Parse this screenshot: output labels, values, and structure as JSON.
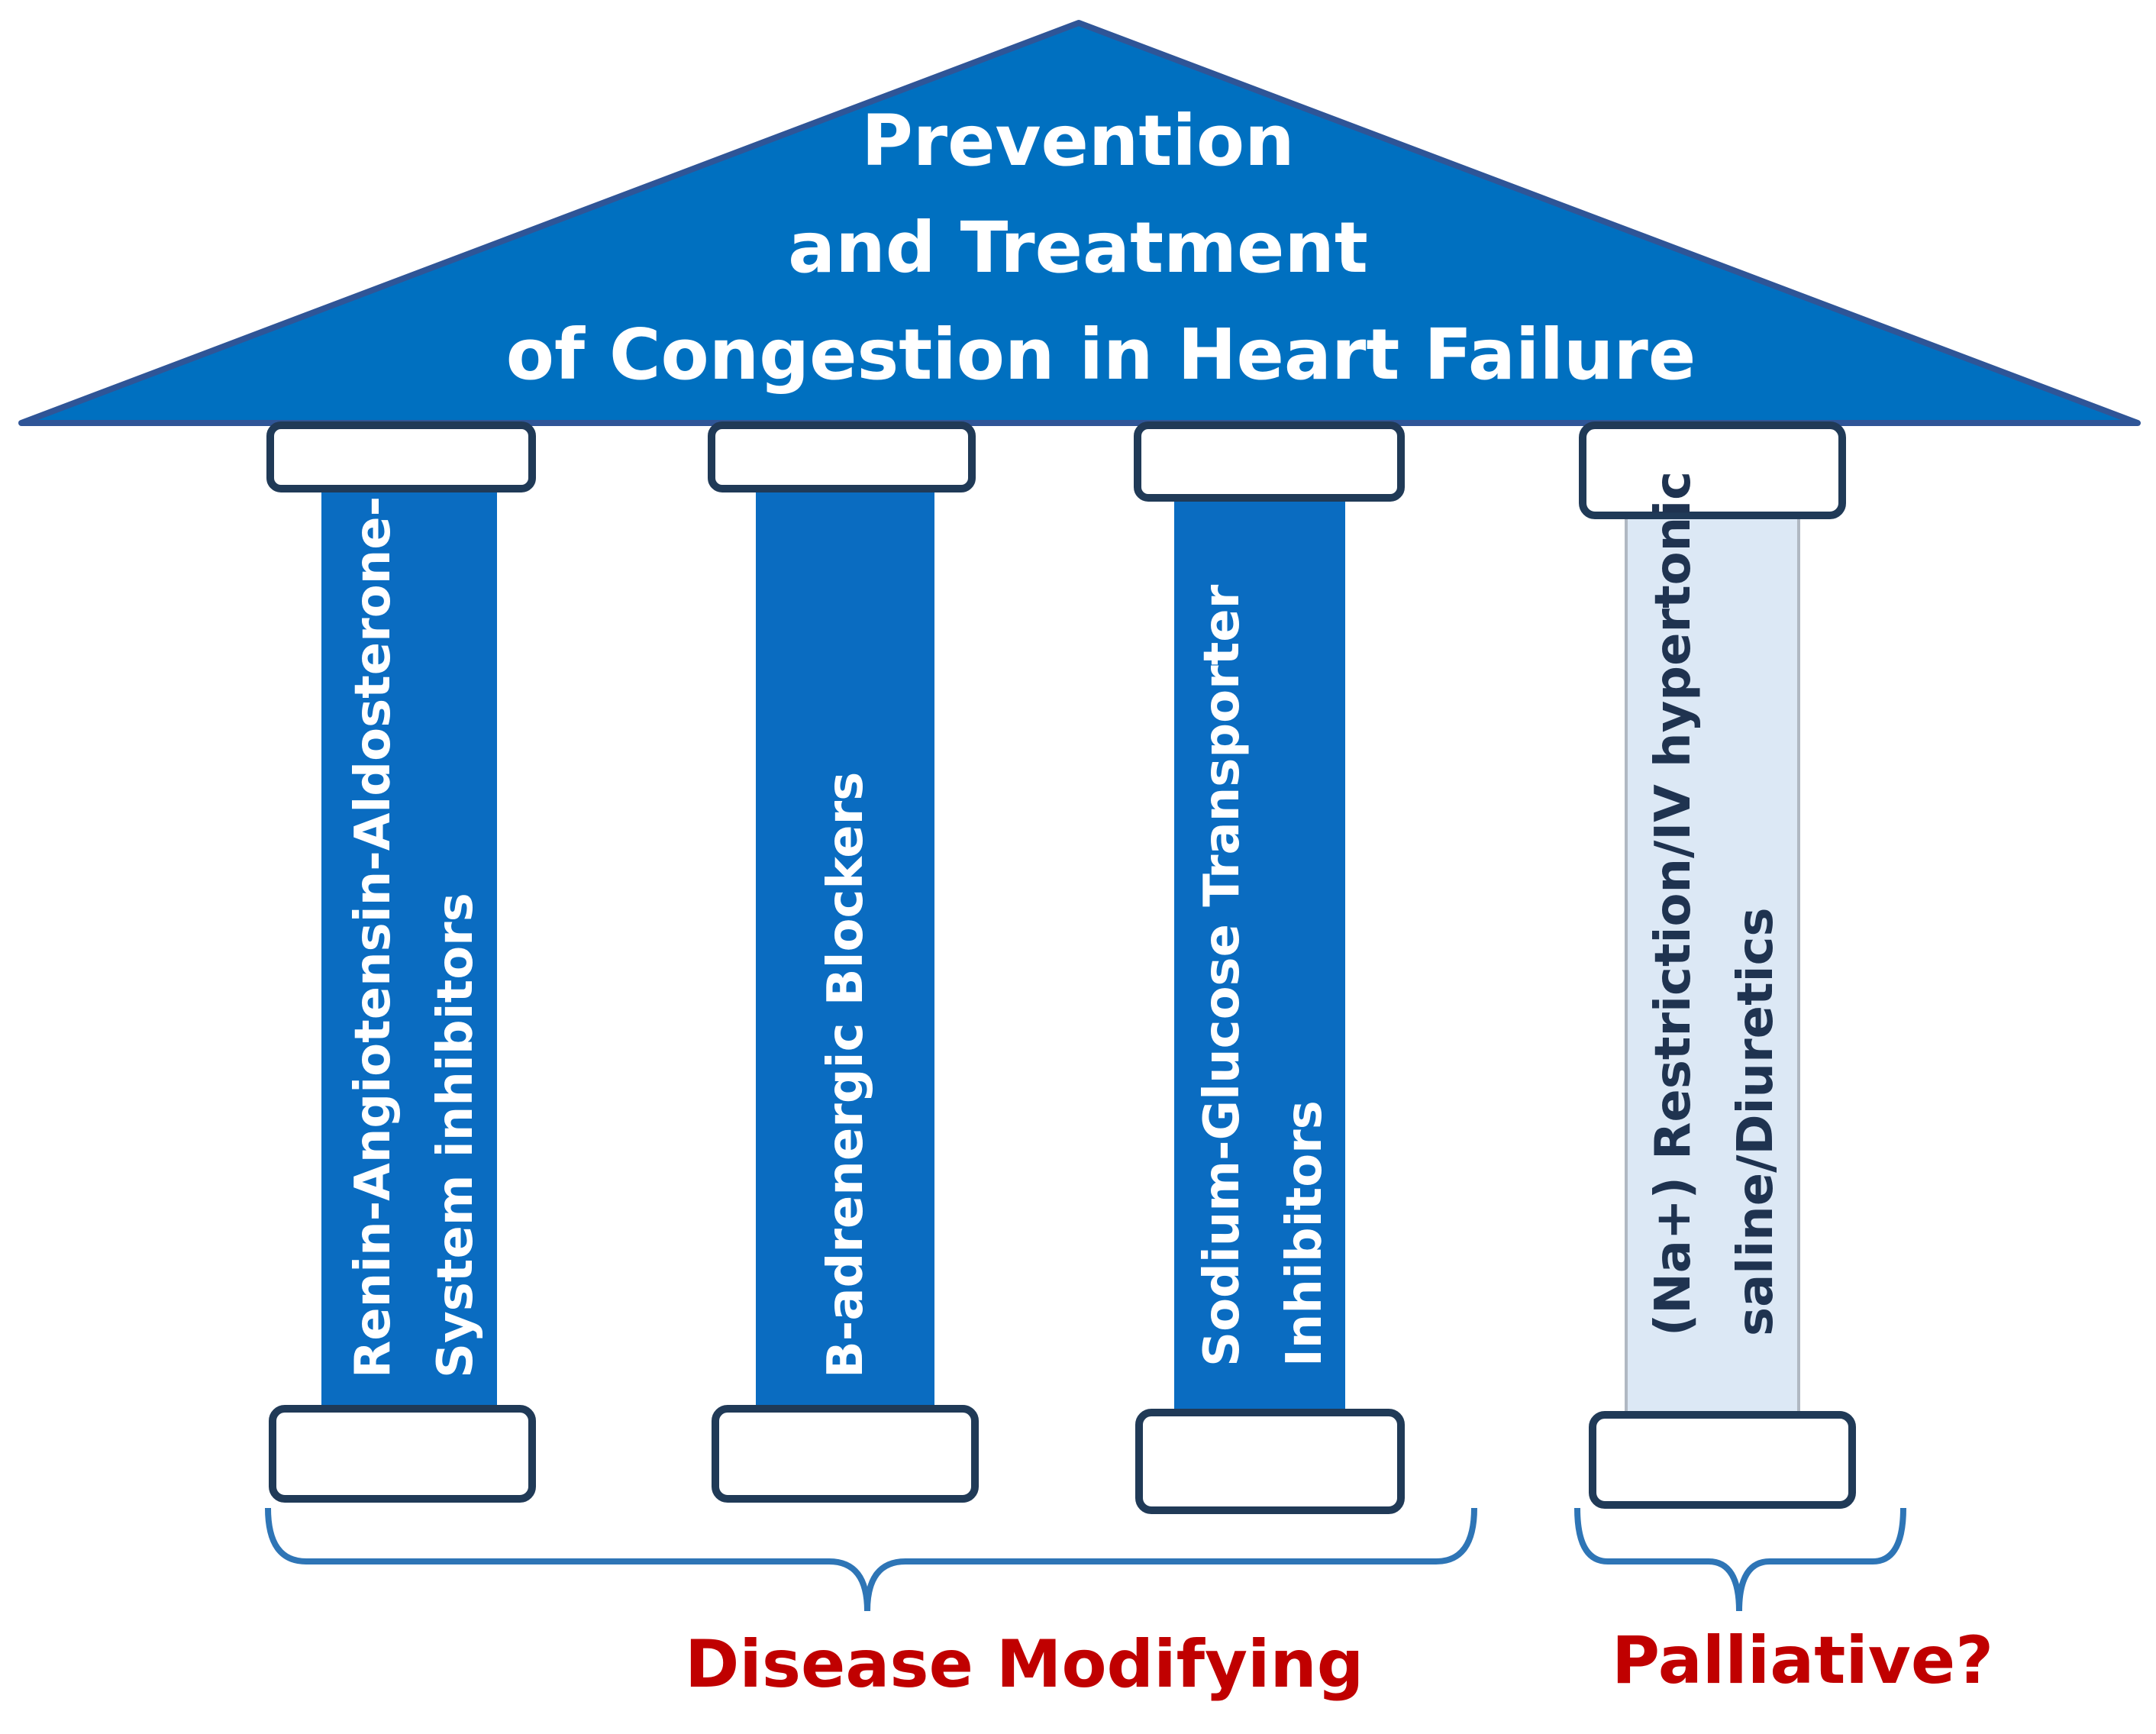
{
  "roof": {
    "line1": "Prevention",
    "line2": "and Treatment",
    "line3": "of Congestion in Heart Failure"
  },
  "pillars": [
    {
      "line1": "Renin-Angiotensin-Aldosterone-",
      "line2": "System inhibitors"
    },
    {
      "line1": "B-adrenergic Blockers"
    },
    {
      "line1": "Sodium-Glucose Transporter",
      "line2": "Inhibitors"
    },
    {
      "line1": "(Na+) Restriction/IV hypertonic",
      "line2": "saline/Diuretics"
    }
  ],
  "groups": {
    "disease_modifying": "Disease Modifying",
    "palliative": "Palliative?"
  },
  "colors": {
    "roof": "#0070c0",
    "roof_stroke": "#2f5597",
    "pillar_dark": "#0a6cc1",
    "pillar_light": "#dce8f5",
    "cap_stroke": "#203a57",
    "brace": "#2e75b6",
    "label_red": "#c00000"
  }
}
